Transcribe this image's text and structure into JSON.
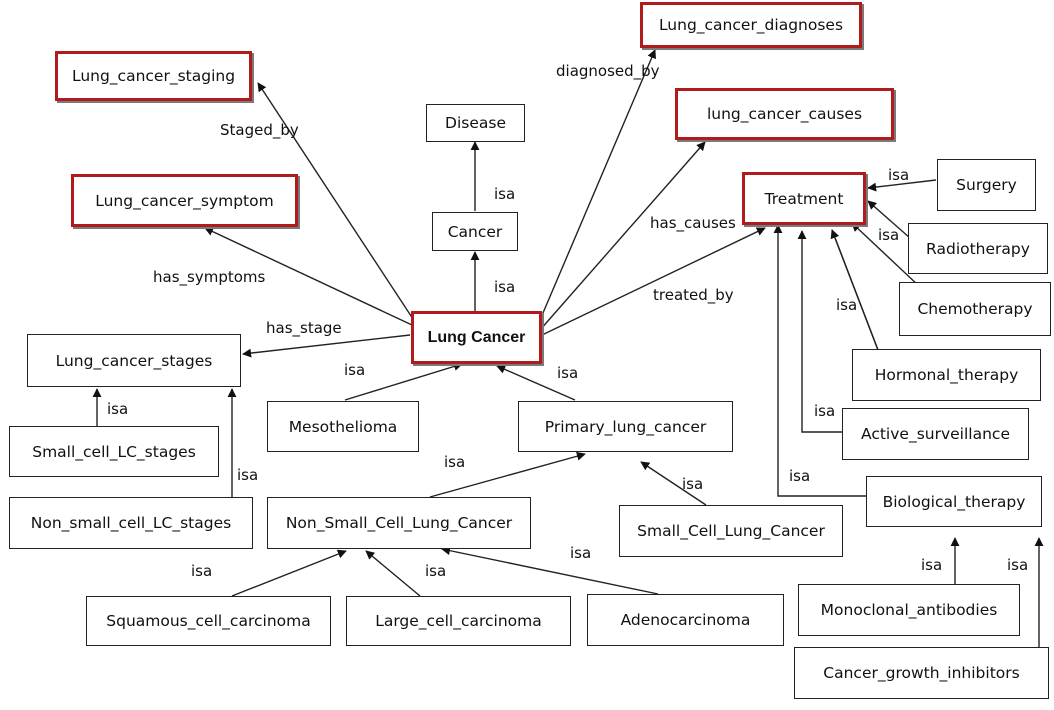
{
  "nodes": {
    "lung_cancer": "Lung Cancer",
    "lung_cancer_diagnoses": "Lung_cancer_diagnoses",
    "lung_cancer_staging": "Lung_cancer_staging",
    "disease": "Disease",
    "lung_cancer_causes": "lung_cancer_causes",
    "lung_cancer_symptom": "Lung_cancer_symptom",
    "cancer": "Cancer",
    "treatment": "Treatment",
    "surgery": "Surgery",
    "radiotherapy": "Radiotherapy",
    "chemotherapy": "Chemotherapy",
    "lung_cancer_stages": "Lung_cancer_stages",
    "hormonal_therapy": "Hormonal_therapy",
    "mesothelioma": "Mesothelioma",
    "primary_lung_cancer": "Primary_lung_cancer",
    "active_surveillance": "Active_surveillance",
    "small_cell_lc_stages": "Small_cell_LC_stages",
    "biological_therapy": "Biological_therapy",
    "non_small_cell_lc_stages": "Non_small_cell_LC_stages",
    "non_small_cell_lung_cancer": "Non_Small_Cell_Lung_Cancer",
    "small_cell_lung_cancer": "Small_Cell_Lung_Cancer",
    "squamous_cell_carcinoma": "Squamous_cell_carcinoma",
    "large_cell_carcinoma": "Large_cell_carcinoma",
    "adenocarcinoma": "Adenocarcinoma",
    "monoclonal_antibodies": "Monoclonal_antibodies",
    "cancer_growth_inhibitors": "Cancer_growth_inhibitors"
  },
  "edge_labels": {
    "diagnosed_by": "diagnosed_by",
    "staged_by": "Staged_by",
    "isa_cancer_disease": "isa",
    "has_causes": "has_causes",
    "isa_surgery": "isa",
    "isa_radiotherapy": "isa",
    "has_symptoms": "has_symptoms",
    "isa_lung_cancer_cancer": "isa",
    "treated_by": "treated_by",
    "isa_chemotherapy": "isa",
    "has_stage": "has_stage",
    "isa_mesothelioma": "isa",
    "isa_primary": "isa",
    "isa_small_cell_stages": "isa",
    "isa_active_surveillance": "isa",
    "isa_nsclc": "isa",
    "isa_non_small_stages": "isa",
    "isa_small_cell_lung": "isa",
    "isa_biological": "isa",
    "isa_adenocarcinoma": "isa",
    "isa_squamous": "isa",
    "isa_large_cell": "isa",
    "isa_monoclonal": "isa",
    "isa_growth_inhibitors": "isa"
  }
}
